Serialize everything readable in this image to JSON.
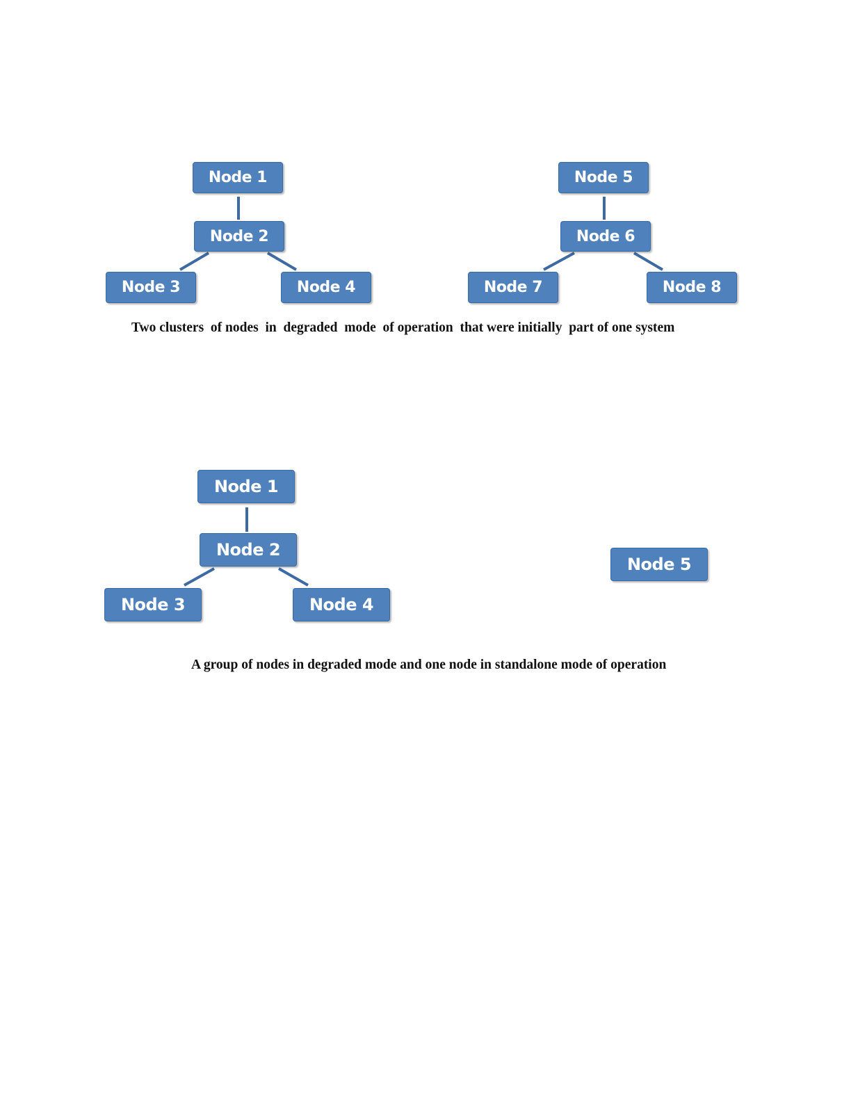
{
  "figure1": {
    "cluster_a": {
      "node1": "Node 1",
      "node2": "Node 2",
      "node3": "Node 3",
      "node4": "Node 4"
    },
    "cluster_b": {
      "node5": "Node 5",
      "node6": "Node 6",
      "node7": "Node 7",
      "node8": "Node 8"
    },
    "caption": "Two clusters  of nodes  in  degraded  mode  of operation  that were initially  part of one system"
  },
  "figure2": {
    "cluster": {
      "node1": "Node 1",
      "node2": "Node 2",
      "node3": "Node 3",
      "node4": "Node 4"
    },
    "standalone": {
      "node5": "Node 5"
    },
    "caption": "A group of nodes in degraded mode and one node in standalone mode of operation"
  },
  "colors": {
    "node_fill": "#4f81bd",
    "node_border": "#3a6aa4",
    "link": "#3d6aa3",
    "node_text": "#ffffff",
    "caption_text": "#111111"
  }
}
